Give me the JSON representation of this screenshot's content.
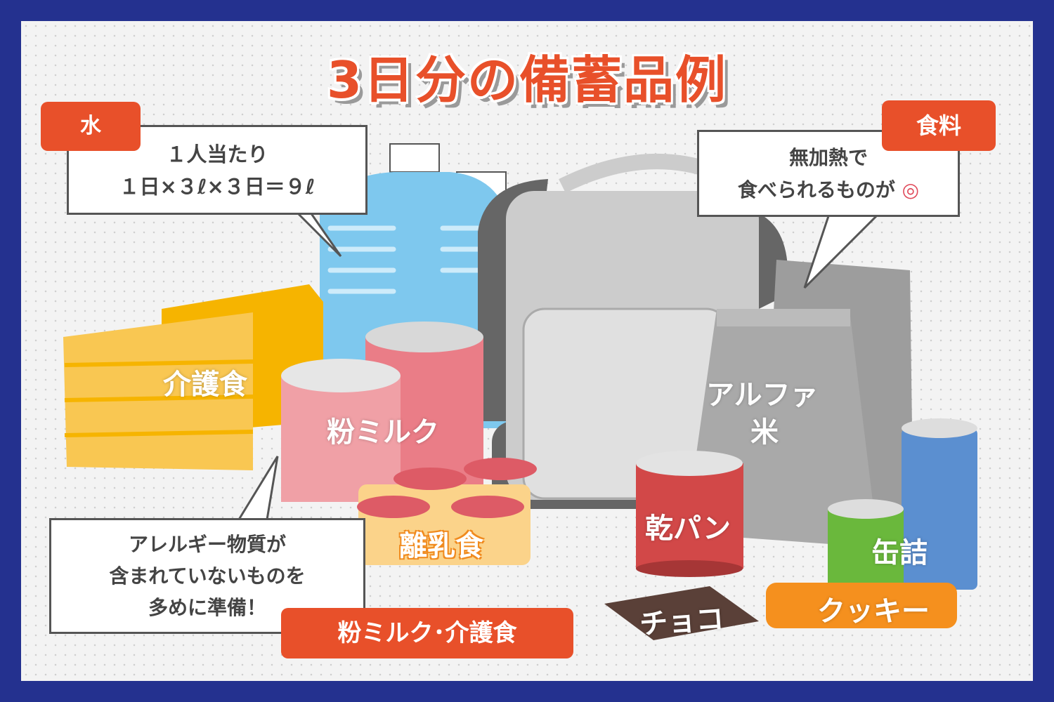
{
  "title": "3日分の備蓄品例",
  "water": {
    "tag": "水",
    "line1": "１人当たり",
    "line2": "１日×３ℓ×３日＝９ℓ"
  },
  "food": {
    "tag": "食料",
    "line1": "無加熱で",
    "line2": "食べられるものが",
    "mark": "◎"
  },
  "milk": {
    "tag": "粉ミルク･介護食",
    "line1": "アレルギー物質が",
    "line2": "含まれていないものを",
    "line3": "多めに準備！"
  },
  "items": {
    "care_food": "介護食",
    "powdered_milk": "粉ミルク",
    "baby_food": "離乳食",
    "alpha_rice_1": "アルファ",
    "alpha_rice_2": "米",
    "hardtack": "乾パン",
    "canned": "缶詰",
    "chocolate": "チョコ",
    "cookie": "クッキー"
  },
  "colors": {
    "frame": "#24318f",
    "accent": "#e8502a",
    "water": "#7ec8ee",
    "yellow": "#f6b400",
    "gray": "#a9a9a9"
  }
}
